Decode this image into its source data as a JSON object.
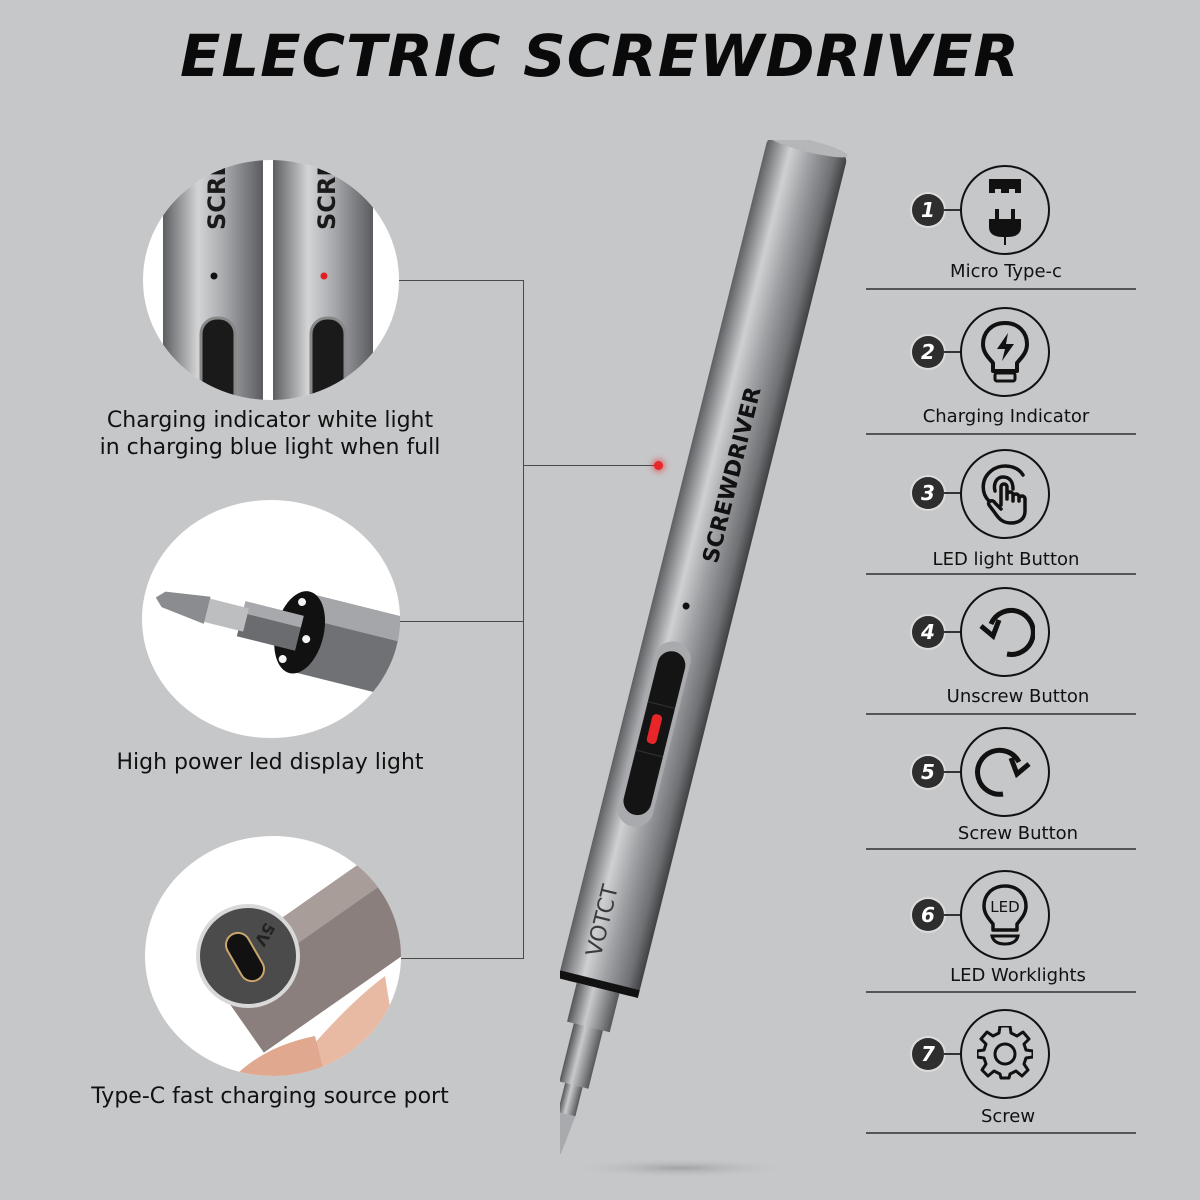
{
  "title": "ELECTRIC SCREWDRIVER",
  "product": {
    "body_text": "SCREWDRIVER",
    "brand_text": "VOTCT",
    "accent_color": "#e8262a",
    "body_color": "#8f9194"
  },
  "left_callouts": [
    {
      "label_line1": "Charging indicator white light",
      "label_line2": "in charging blue light when full",
      "image_text": "SCRE",
      "image_desc": "close-up of two screwdriver bodies showing off and red charging indicator"
    },
    {
      "label_line1": "High power led display light",
      "image_desc": "close-up of screwdriver tip with LED ring lights"
    },
    {
      "label_line1": "Type-C fast charging source port",
      "image_text": "5V",
      "image_desc": "close-up of USB Type-C charging port held in hand"
    }
  ],
  "features": [
    {
      "number": "1",
      "label": "Micro Type-c",
      "icon": "plug-icon"
    },
    {
      "number": "2",
      "label": "Charging Indicator",
      "icon": "lightbulb-bolt-icon"
    },
    {
      "number": "3",
      "label": "LED light Button",
      "icon": "touch-hand-icon"
    },
    {
      "number": "4",
      "label": "Unscrew Button",
      "icon": "rotate-ccw-icon"
    },
    {
      "number": "5",
      "label": "Screw Button",
      "icon": "rotate-cw-icon"
    },
    {
      "number": "6",
      "label": "LED Worklights",
      "icon": "led-bulb-icon",
      "icon_text": "LED"
    },
    {
      "number": "7",
      "label": "Screw",
      "icon": "gear-icon"
    }
  ]
}
